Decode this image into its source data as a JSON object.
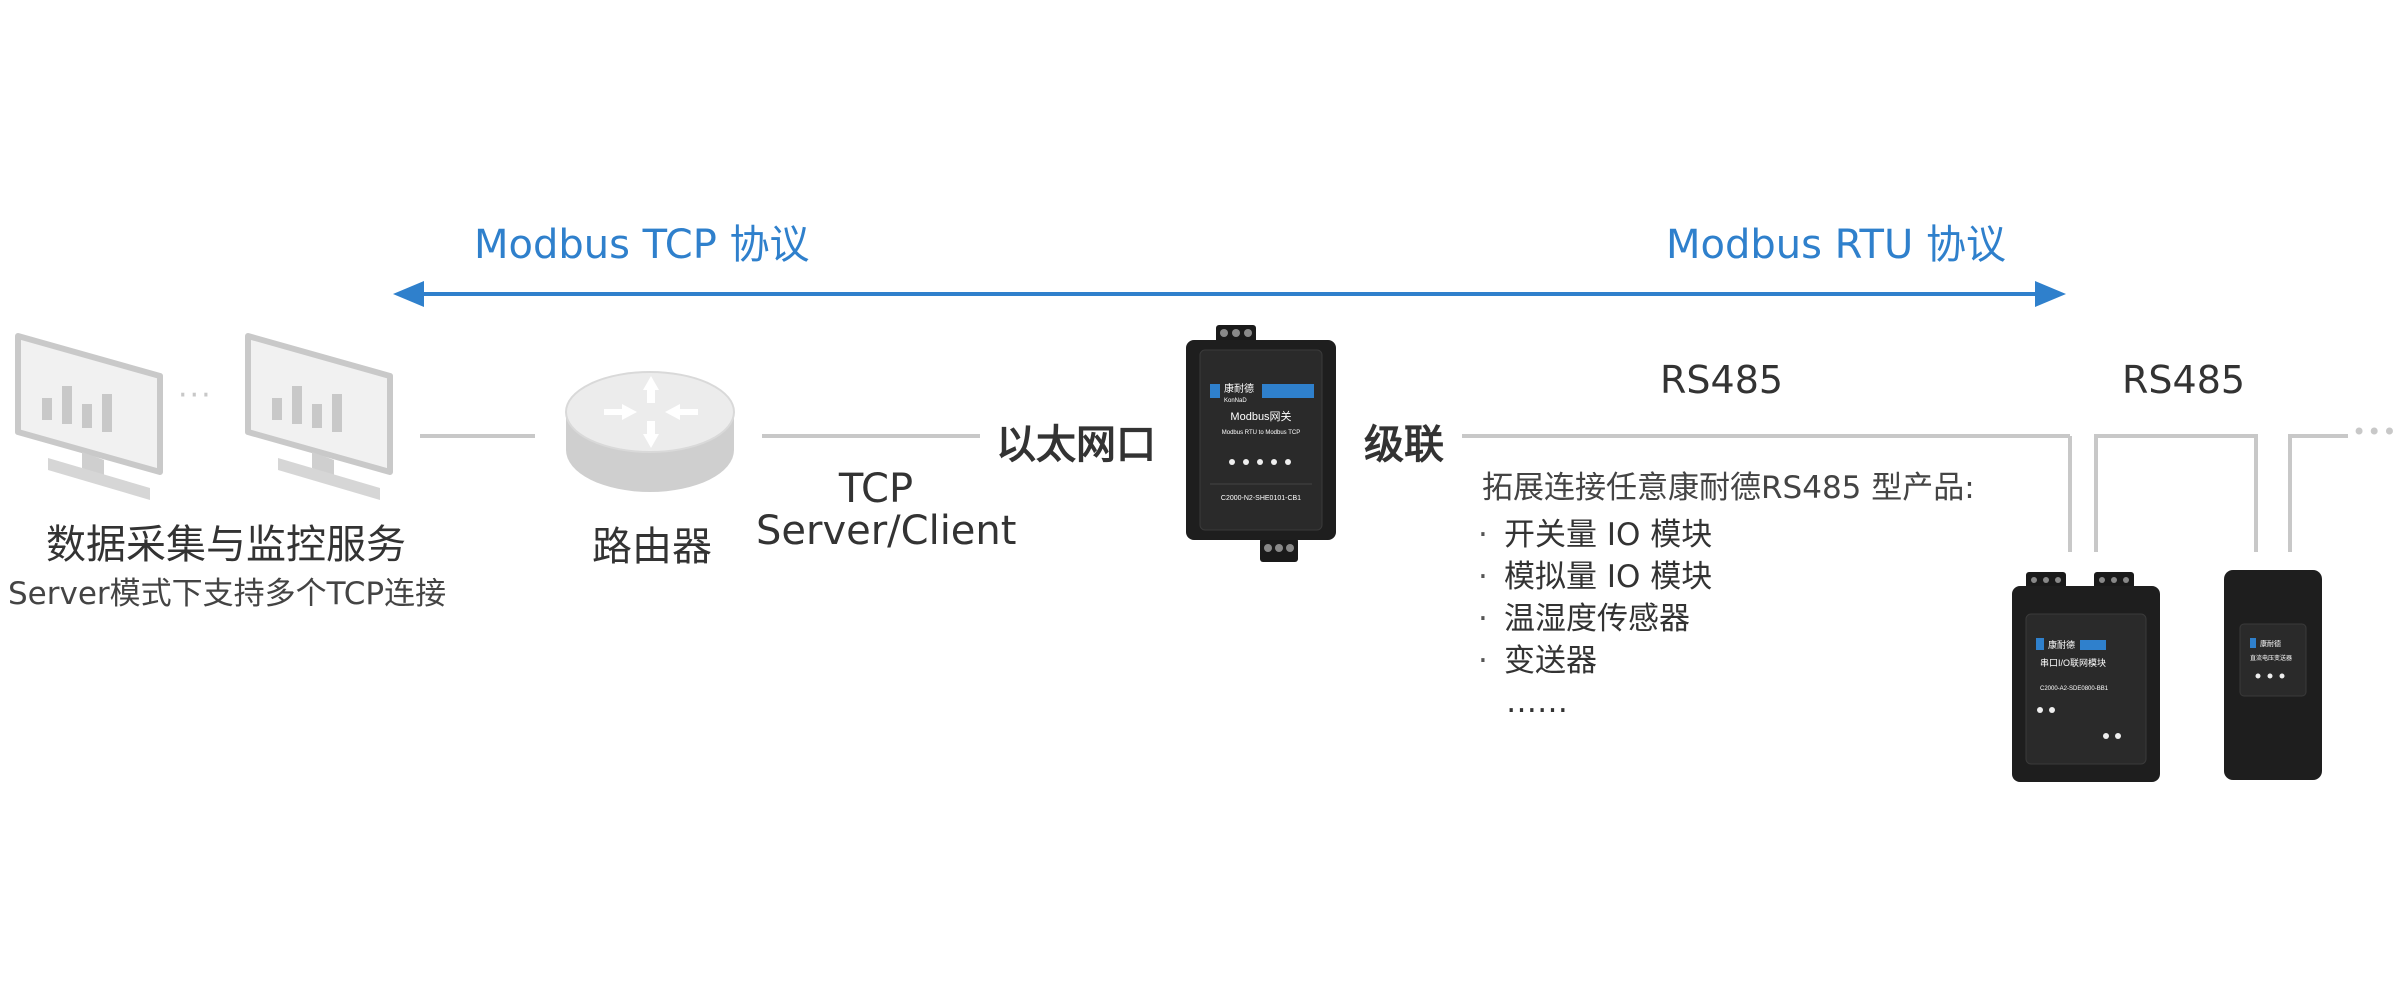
{
  "protocols": {
    "tcp": "Modbus TCP 协议",
    "rtu": "Modbus RTU 协议"
  },
  "monitor": {
    "ellipsis": "···",
    "title": "数据采集与监控服务",
    "subtitle": "Server模式下支持多个TCP连接"
  },
  "router": {
    "label": "路由器"
  },
  "tcp_mode": {
    "line1": "TCP",
    "line2": "Server/Client"
  },
  "ethernet": {
    "label": "以太网口"
  },
  "cascade": {
    "label": "级联"
  },
  "bus": {
    "rs485_a": "RS485",
    "rs485_b": "RS485",
    "more": "•••"
  },
  "extension": {
    "heading": "拓展连接任意康耐德RS485 型产品:",
    "items": [
      "开关量 IO 模块",
      "模拟量 IO 模块",
      "温湿度传感器",
      "变送器"
    ],
    "more": "……"
  },
  "gateway": {
    "brand": "康耐德",
    "brand_en": "KonNaD",
    "title": "Modbus网关",
    "subtitle": "Modbus RTU to Modbus TCP",
    "model": "C2000-N2-SHE0101-CB1"
  },
  "device_io": {
    "brand": "康耐德",
    "title": "串口I/O联网模块",
    "model": "C2000-A2-SDE0800-BB1"
  },
  "device_sensor": {
    "brand": "康耐德",
    "title": "直流电压变送器"
  },
  "colors": {
    "accent": "#2f80cc",
    "line": "#c8c8c8",
    "device": "#1e1e1e"
  }
}
